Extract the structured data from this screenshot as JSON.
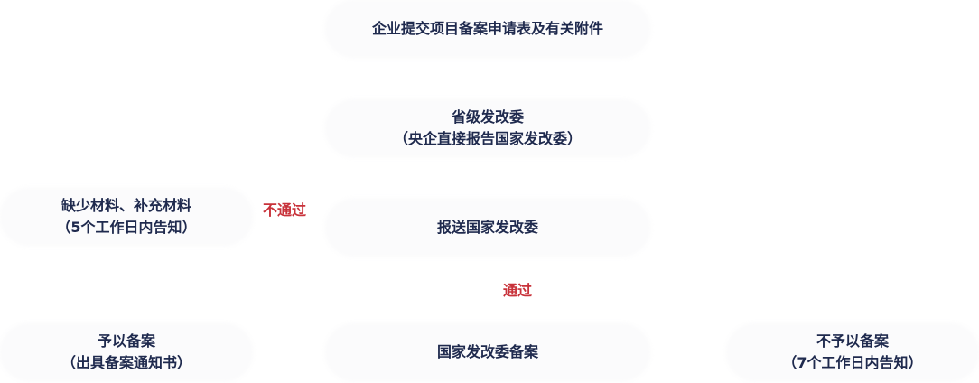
{
  "diagram": {
    "type": "flowchart",
    "title": "",
    "colors": {
      "node_text": "#1f2a4e",
      "edge_label": "#c8323a",
      "node_fill": "#fbfbfc"
    },
    "nodes": {
      "submit": {
        "lines": [
          "企业提交项目备案申请表及有关附件"
        ]
      },
      "provincial": {
        "lines": [
          "省级发改委",
          "（央企直接报告国家发改委）"
        ]
      },
      "report_national": {
        "lines": [
          "报送国家发改委"
        ]
      },
      "supplement": {
        "lines": [
          "缺少材料、补充材料",
          "（5个工作日内告知）"
        ]
      },
      "national_filing": {
        "lines": [
          "国家发改委备案"
        ]
      },
      "approve": {
        "lines": [
          "予以备案",
          "（出具备案通知书）"
        ]
      },
      "reject": {
        "lines": [
          "不予以备案",
          "（7个工作日内告知）"
        ]
      }
    },
    "edge_labels": {
      "fail": "不通过",
      "pass": "通过"
    }
  }
}
